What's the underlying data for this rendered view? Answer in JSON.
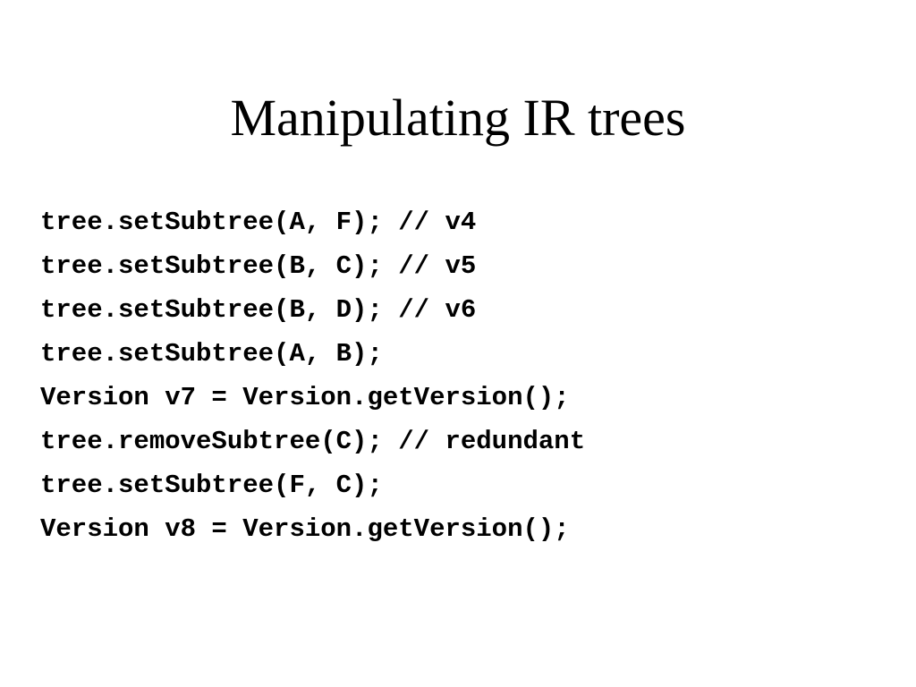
{
  "slide": {
    "title": "Manipulating IR trees",
    "code_lines": [
      "tree.setSubtree(A, F); // v4",
      "tree.setSubtree(B, C); // v5",
      "tree.setSubtree(B, D); // v6",
      "tree.setSubtree(A, B);",
      "Version v7 = Version.getVersion();",
      "tree.removeSubtree(C); // redundant",
      "tree.setSubtree(F, C);",
      "Version v8 = Version.getVersion();"
    ]
  }
}
